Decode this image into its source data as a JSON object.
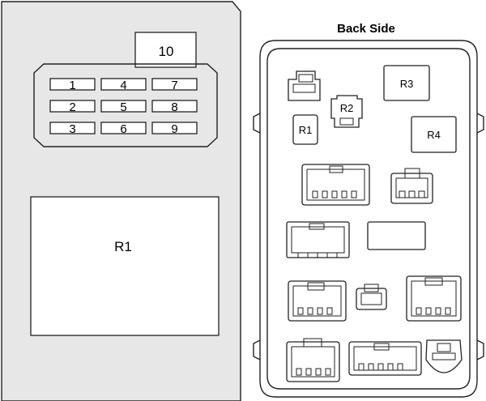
{
  "front_panel": {
    "fuses": [
      "1",
      "4",
      "7",
      "2",
      "5",
      "8",
      "3",
      "6",
      "9"
    ],
    "top_fuse": "10",
    "large_relay": "R1"
  },
  "back_panel": {
    "title": "Back Side",
    "relays": {
      "r1": "R1",
      "r2": "R2",
      "r3": "R3",
      "r4": "R4"
    }
  }
}
